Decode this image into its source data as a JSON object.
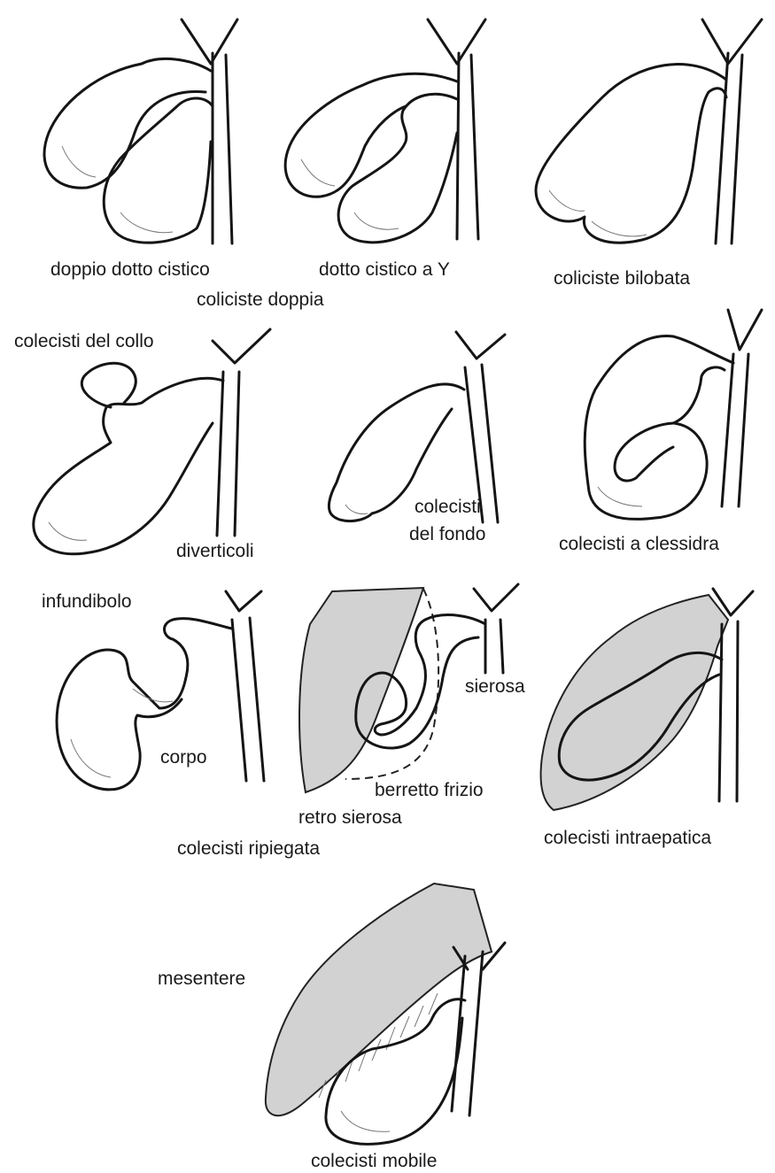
{
  "labels": {
    "doppio_dotto_cistico": "doppio dotto cistico",
    "coliciste_doppia": "coliciste doppia",
    "dotto_cistico_a_y": "dotto cistico a Y",
    "coliciste_bilobata": "coliciste bilobata",
    "colecisti_del_collo": "colecisti del collo",
    "diverticoli": "diverticoli",
    "colecisti_line1": "colecisti",
    "del_fondo": "del fondo",
    "colecisti_a_clessidra": "colecisti a clessidra",
    "infundibolo": "infundibolo",
    "corpo": "corpo",
    "sierosa": "sierosa",
    "berretto_frizio": "berretto frizio",
    "retro_sierosa": "retro sierosa",
    "colecisti_ripiegata": "colecisti ripiegata",
    "colecisti_intraepatica": "colecisti intraepatica",
    "mesentere": "mesentere",
    "colecisti_mobile": "colecisti mobile"
  },
  "colors": {
    "ink": "#151515",
    "liver_fill": "#d2d2d2",
    "background": "#ffffff"
  }
}
